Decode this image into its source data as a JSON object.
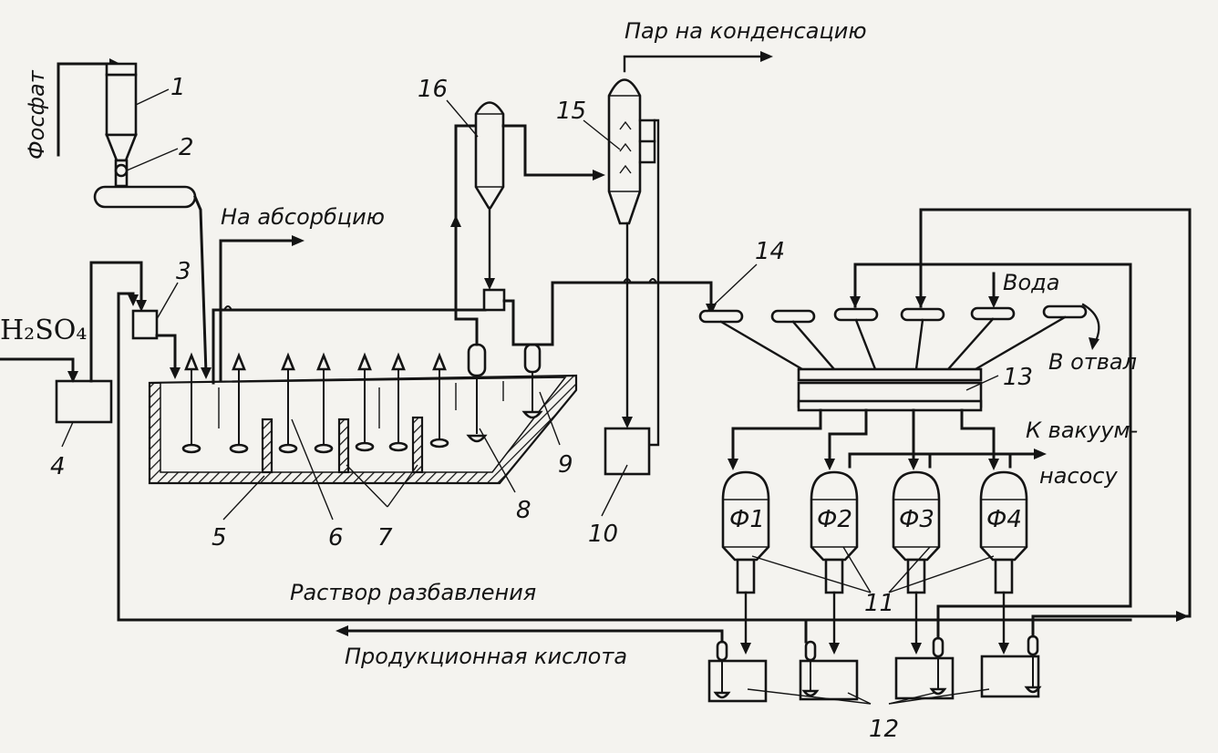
{
  "labels": {
    "phosphate": "Фосфат",
    "steam": "Пар на конденсацию",
    "absorption": "На абсорбцию",
    "acid": "H₂SO₄",
    "water": "Вода",
    "waste": "В отвал",
    "vacuum_1": "К вакуум-",
    "vacuum_2": "насосу",
    "dilution": "Раствор разбавления",
    "product": "Продукционная кислота"
  },
  "numbers": {
    "n1": "1",
    "n2": "2",
    "n3": "3",
    "n4": "4",
    "n5": "5",
    "n6": "6",
    "n7": "7",
    "n8": "8",
    "n9": "9",
    "n10": "10",
    "n11": "11",
    "n12": "12",
    "n13": "13",
    "n14": "14",
    "n15": "15",
    "n16": "16"
  },
  "filters": [
    "Ф1",
    "Ф2",
    "Ф3",
    "Ф4"
  ]
}
